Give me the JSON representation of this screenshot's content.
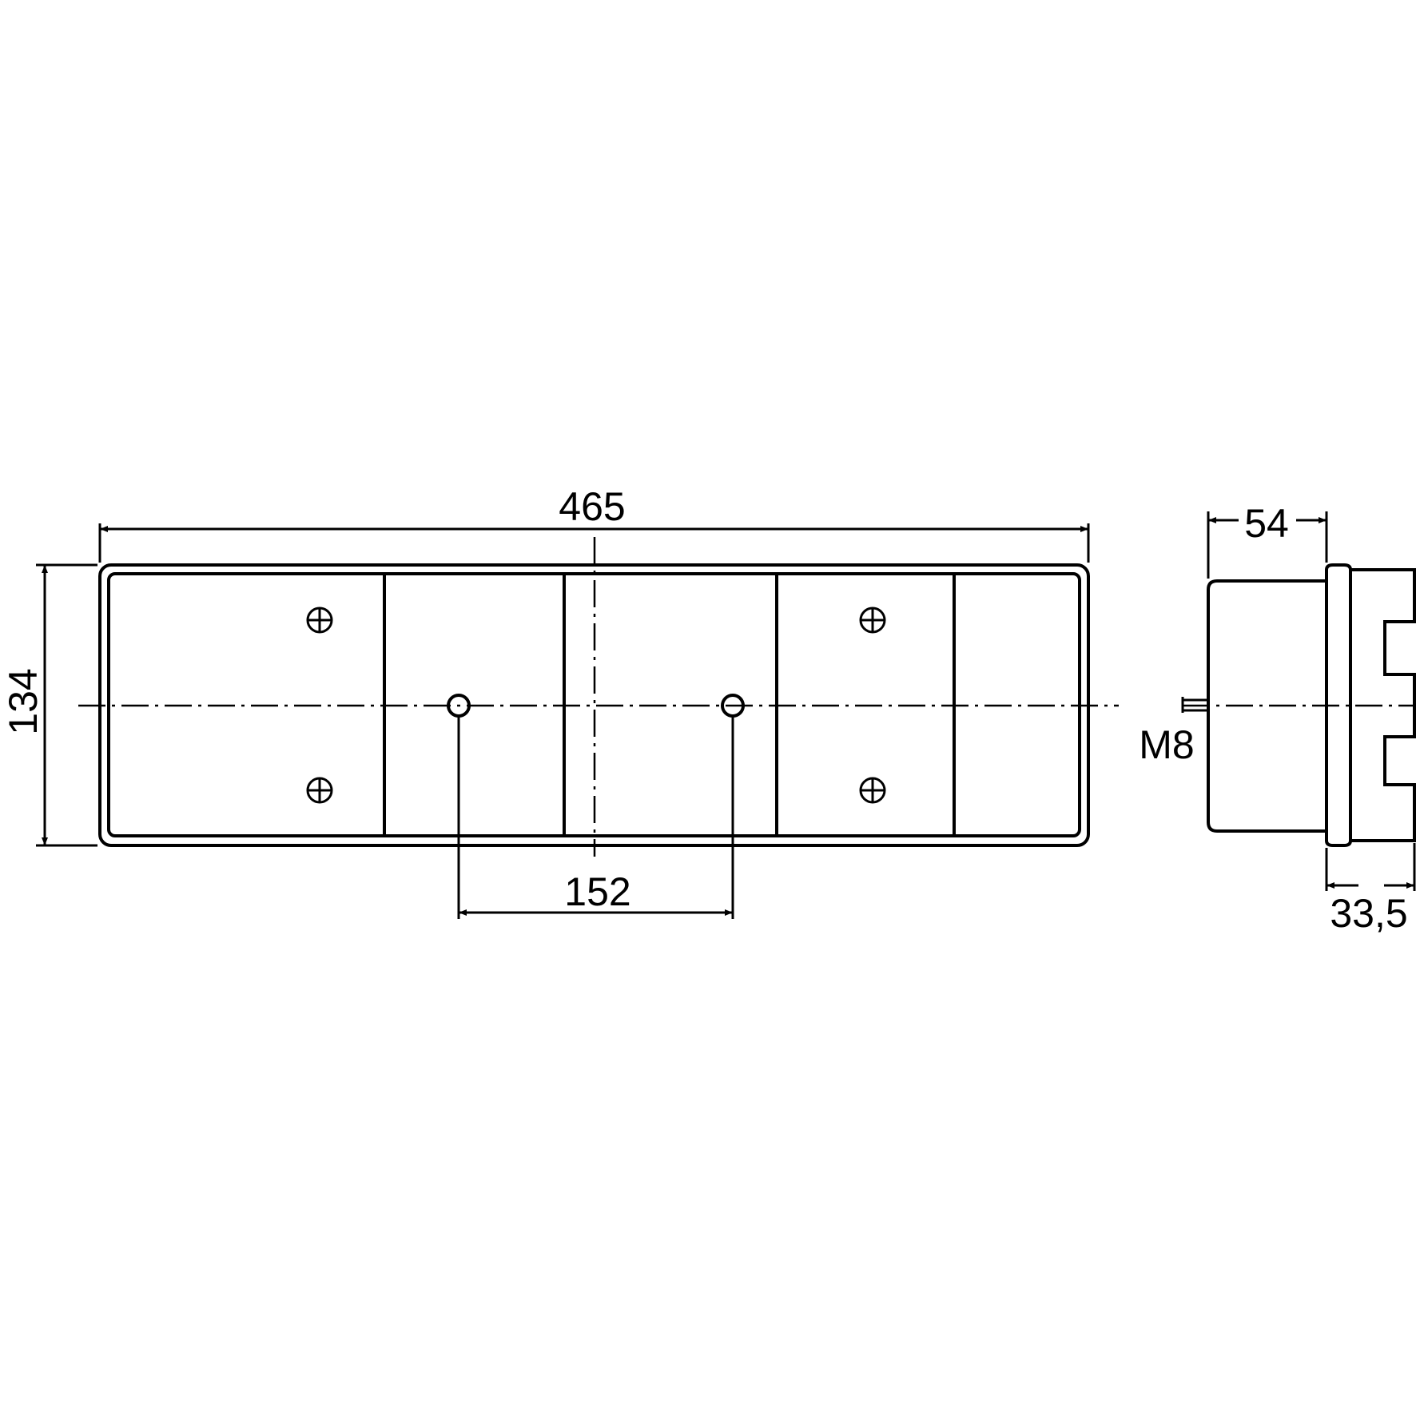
{
  "dimensions": {
    "overall_length": "465",
    "height": "134",
    "hole_spacing": "152",
    "depth": "54",
    "flange_depth": "33,5"
  },
  "thread_label": "M8",
  "colors": {
    "line": "#000000",
    "background": "#ffffff"
  }
}
